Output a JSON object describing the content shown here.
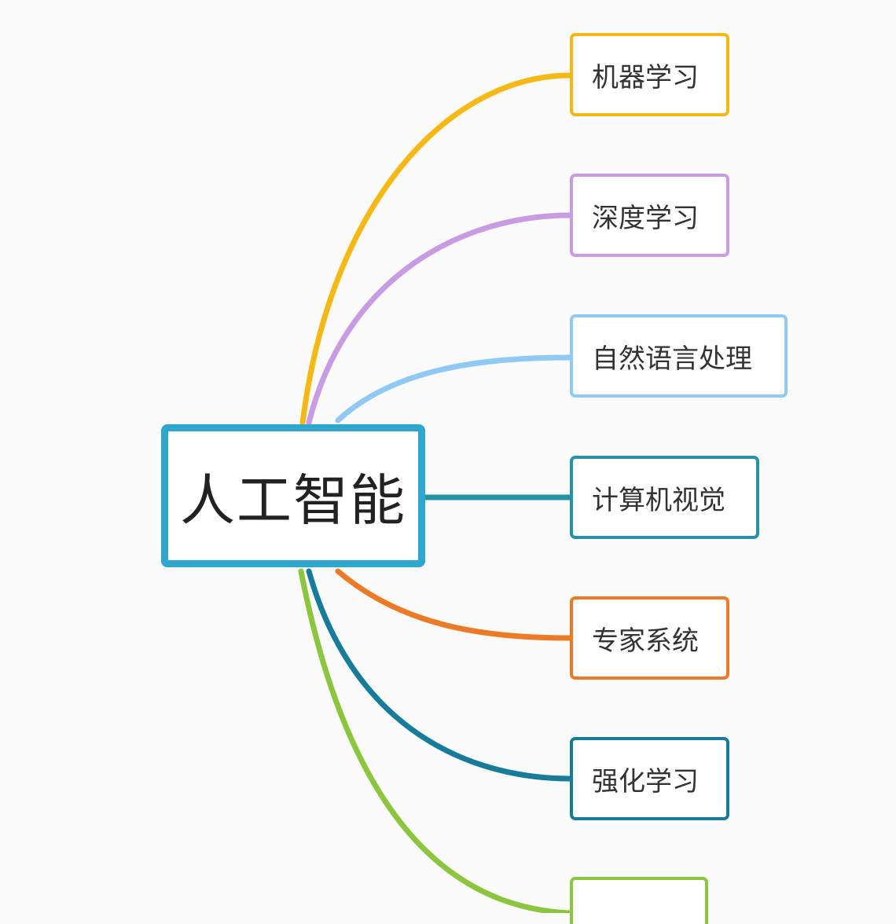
{
  "root": {
    "label": "人工智能",
    "color": "#2fa6cf"
  },
  "branches": [
    {
      "label": "机器学习",
      "color": "#f5b814"
    },
    {
      "label": "深度学习",
      "color": "#c99be3"
    },
    {
      "label": "自然语言处理",
      "color": "#8fc9f4"
    },
    {
      "label": "计算机视觉",
      "color": "#2592a8"
    },
    {
      "label": "专家系统",
      "color": "#ec7a26"
    },
    {
      "label": "强化学习",
      "color": "#167c9a"
    },
    {
      "label": "",
      "color": "#8cc63f"
    }
  ]
}
